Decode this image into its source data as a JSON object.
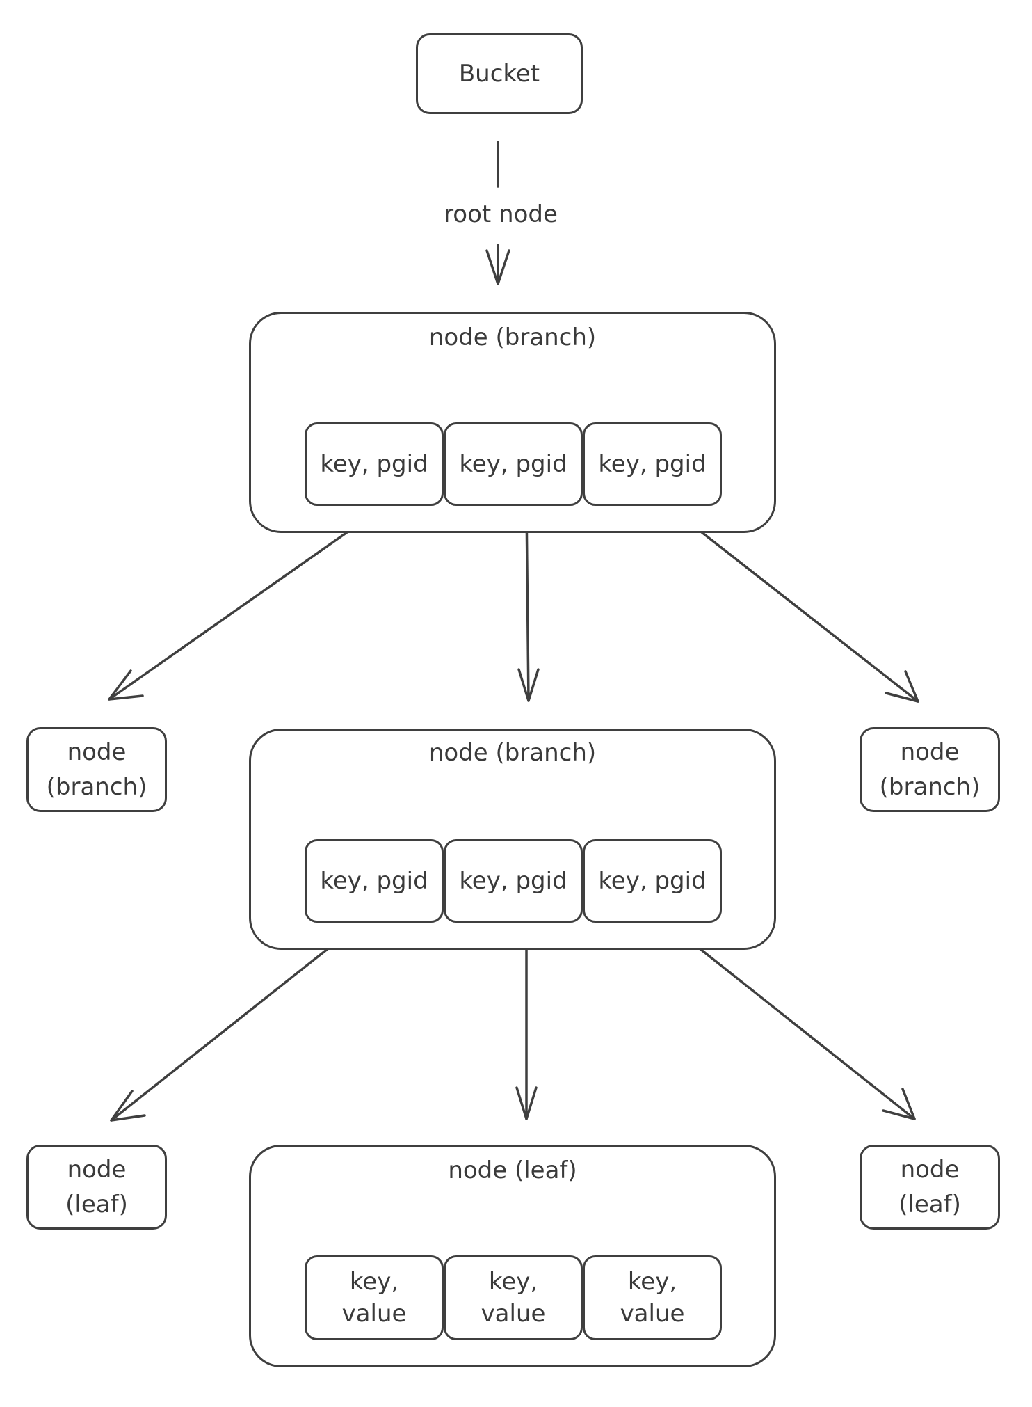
{
  "bucket": {
    "label": "Bucket"
  },
  "root_edge": {
    "label": "root node"
  },
  "level1": {
    "title": "node (branch)",
    "cells": [
      "key, pgid",
      "key, pgid",
      "key, pgid"
    ]
  },
  "level2": {
    "left_node": "node\n(branch)",
    "center": {
      "title": "node (branch)",
      "cells": [
        "key, pgid",
        "key, pgid",
        "key, pgid"
      ]
    },
    "right_node": "node\n(branch)"
  },
  "level3": {
    "left_node": "node\n(leaf)",
    "center": {
      "title": "node (leaf)",
      "cells": [
        "key,\nvalue",
        "key,\nvalue",
        "key,\nvalue"
      ]
    },
    "right_node": "node\n(leaf)"
  }
}
